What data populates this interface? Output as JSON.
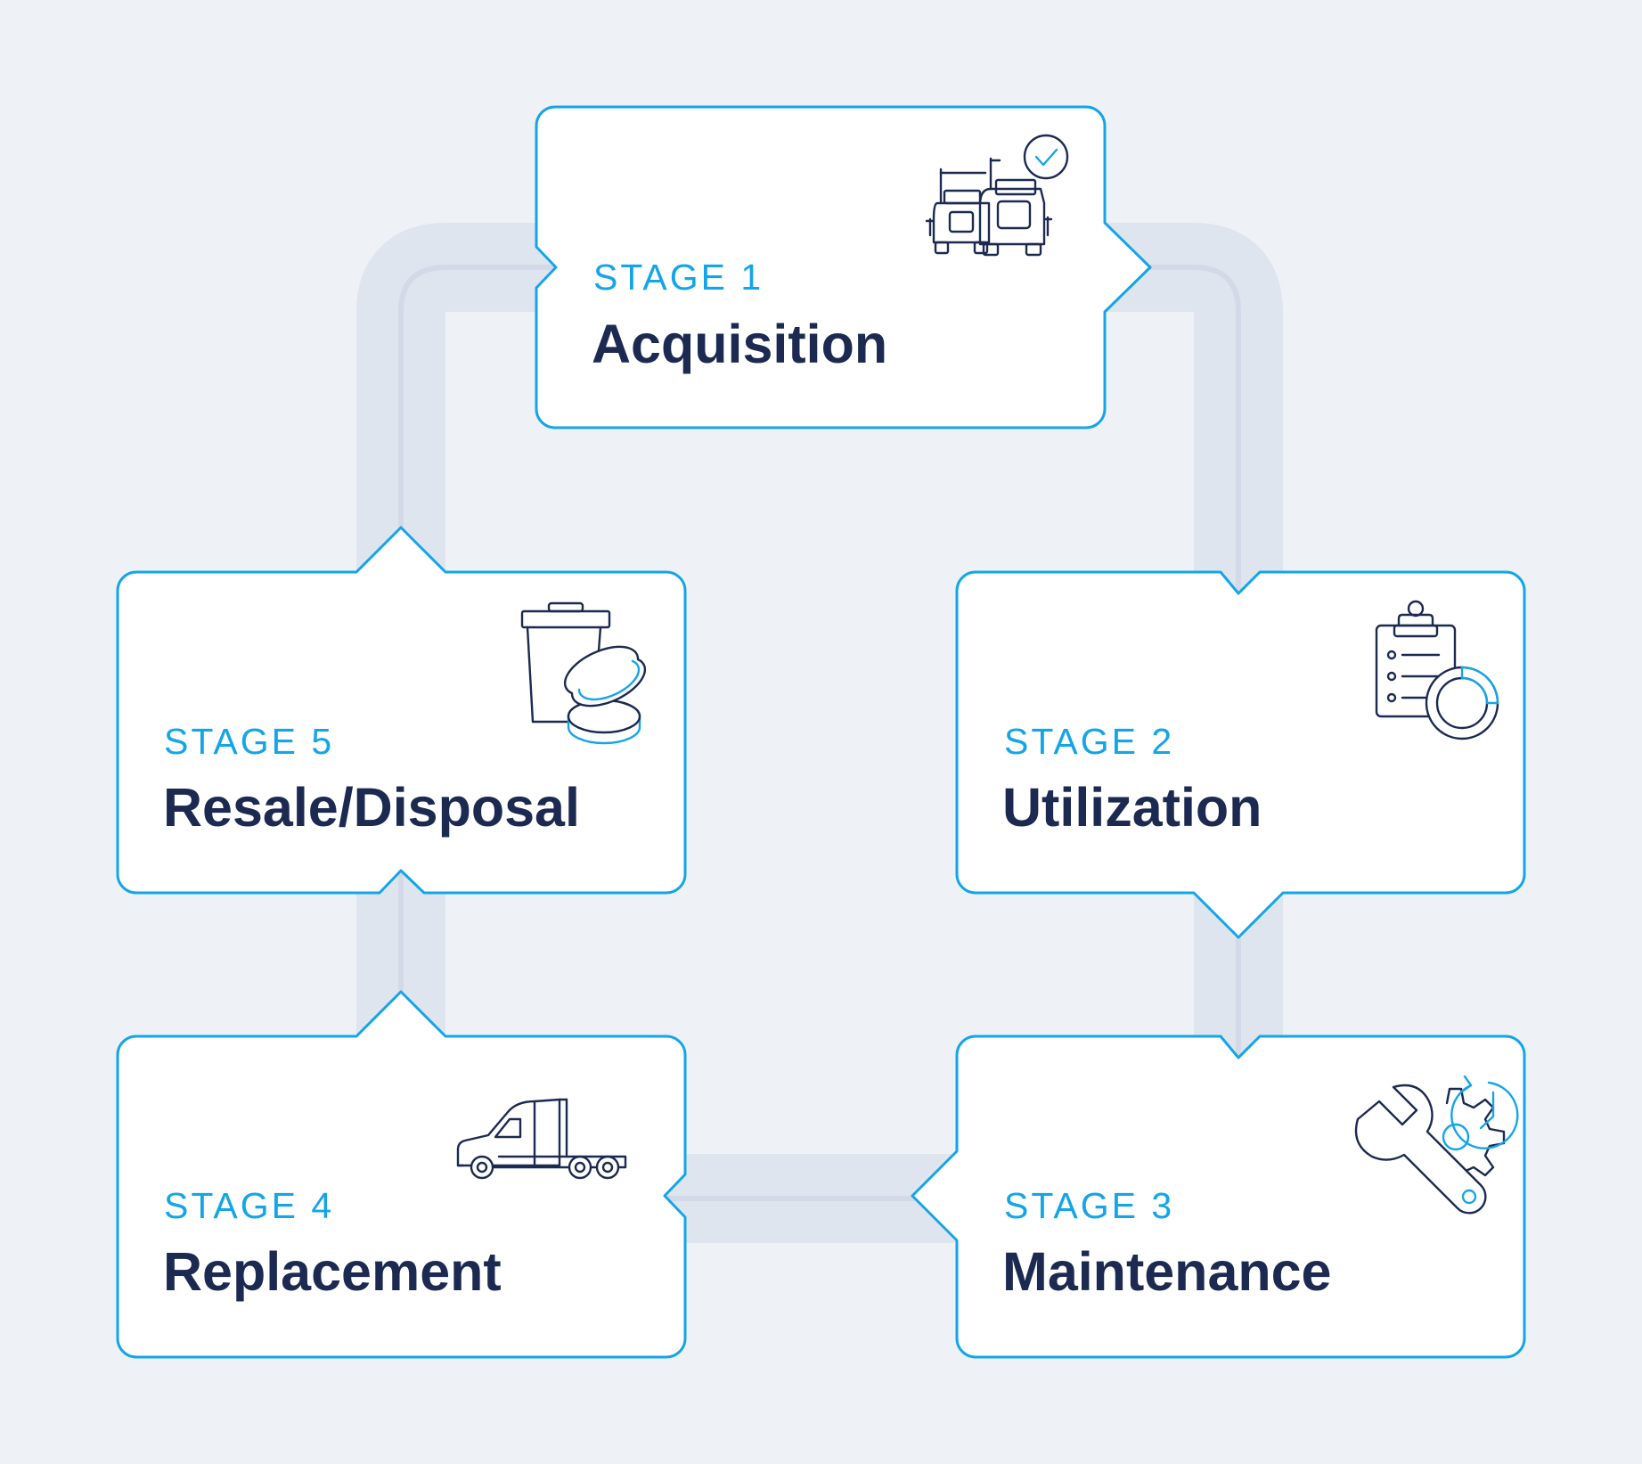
{
  "colors": {
    "background": "#eef2f7",
    "track": "#dfe5ef",
    "track_line": "#d3d9e6",
    "card_border": "#14a5e8",
    "card_fill": "#ffffff",
    "label": "#14a5e8",
    "title": "#1c2a52",
    "icon_dark": "#1c2a52",
    "icon_accent": "#14a5e8"
  },
  "stages": [
    {
      "id": "stage-1",
      "label": "STAGE 1",
      "title": "Acquisition",
      "icon": "trucks-check-icon"
    },
    {
      "id": "stage-2",
      "label": "STAGE 2",
      "title": "Utilization",
      "icon": "clipboard-chart-icon"
    },
    {
      "id": "stage-3",
      "label": "STAGE 3",
      "title": "Maintenance",
      "icon": "wrench-gear-icon"
    },
    {
      "id": "stage-4",
      "label": "STAGE 4",
      "title": "Replacement",
      "icon": "truck-clock-icon"
    },
    {
      "id": "stage-5",
      "label": "STAGE 5",
      "title": "Resale/Disposal",
      "icon": "trash-coins-icon"
    }
  ]
}
